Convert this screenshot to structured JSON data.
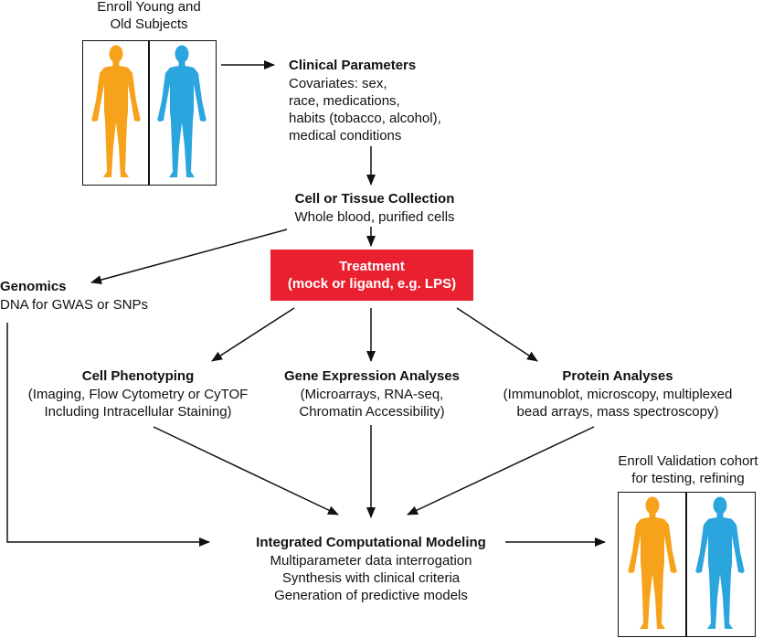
{
  "enroll": {
    "line1": "Enroll Young and",
    "line2": "Old Subjects"
  },
  "clinical": {
    "title": "Clinical Parameters",
    "lines": [
      "Covariates: sex,",
      "race, medications,",
      "habits (tobacco, alcohol),",
      "medical conditions"
    ]
  },
  "collection": {
    "title": "Cell or Tissue Collection",
    "sub": "Whole blood, purified cells"
  },
  "treatment": {
    "line1": "Treatment",
    "line2": "(mock or ligand, e.g. LPS)"
  },
  "genomics": {
    "title": "Genomics",
    "sub": "DNA for GWAS or SNPs"
  },
  "phenotyping": {
    "title": "Cell Phenotyping",
    "lines": [
      "(Imaging, Flow Cytometry or CyTOF",
      "Including Intracellular Staining)"
    ]
  },
  "gene_expression": {
    "title": "Gene Expression Analyses",
    "lines": [
      "(Microarrays, RNA-seq,",
      "Chromatin Accessibility)"
    ]
  },
  "protein": {
    "title": "Protein Analyses",
    "lines": [
      "(Immunoblot, microscopy, multiplexed",
      "bead arrays, mass spectroscopy)"
    ]
  },
  "validation": {
    "line1": "Enroll Validation cohort",
    "line2": "for testing, refining"
  },
  "modeling": {
    "title": "Integrated Computational Modeling",
    "lines": [
      "Multiparameter data interrogation",
      "Synthesis with clinical criteria",
      "Generation of predictive models"
    ]
  },
  "colors": {
    "young": "#f7a21b",
    "old": "#2ba5de",
    "treatment": "#e8202f"
  },
  "icons": [
    "human-figure-icon"
  ]
}
